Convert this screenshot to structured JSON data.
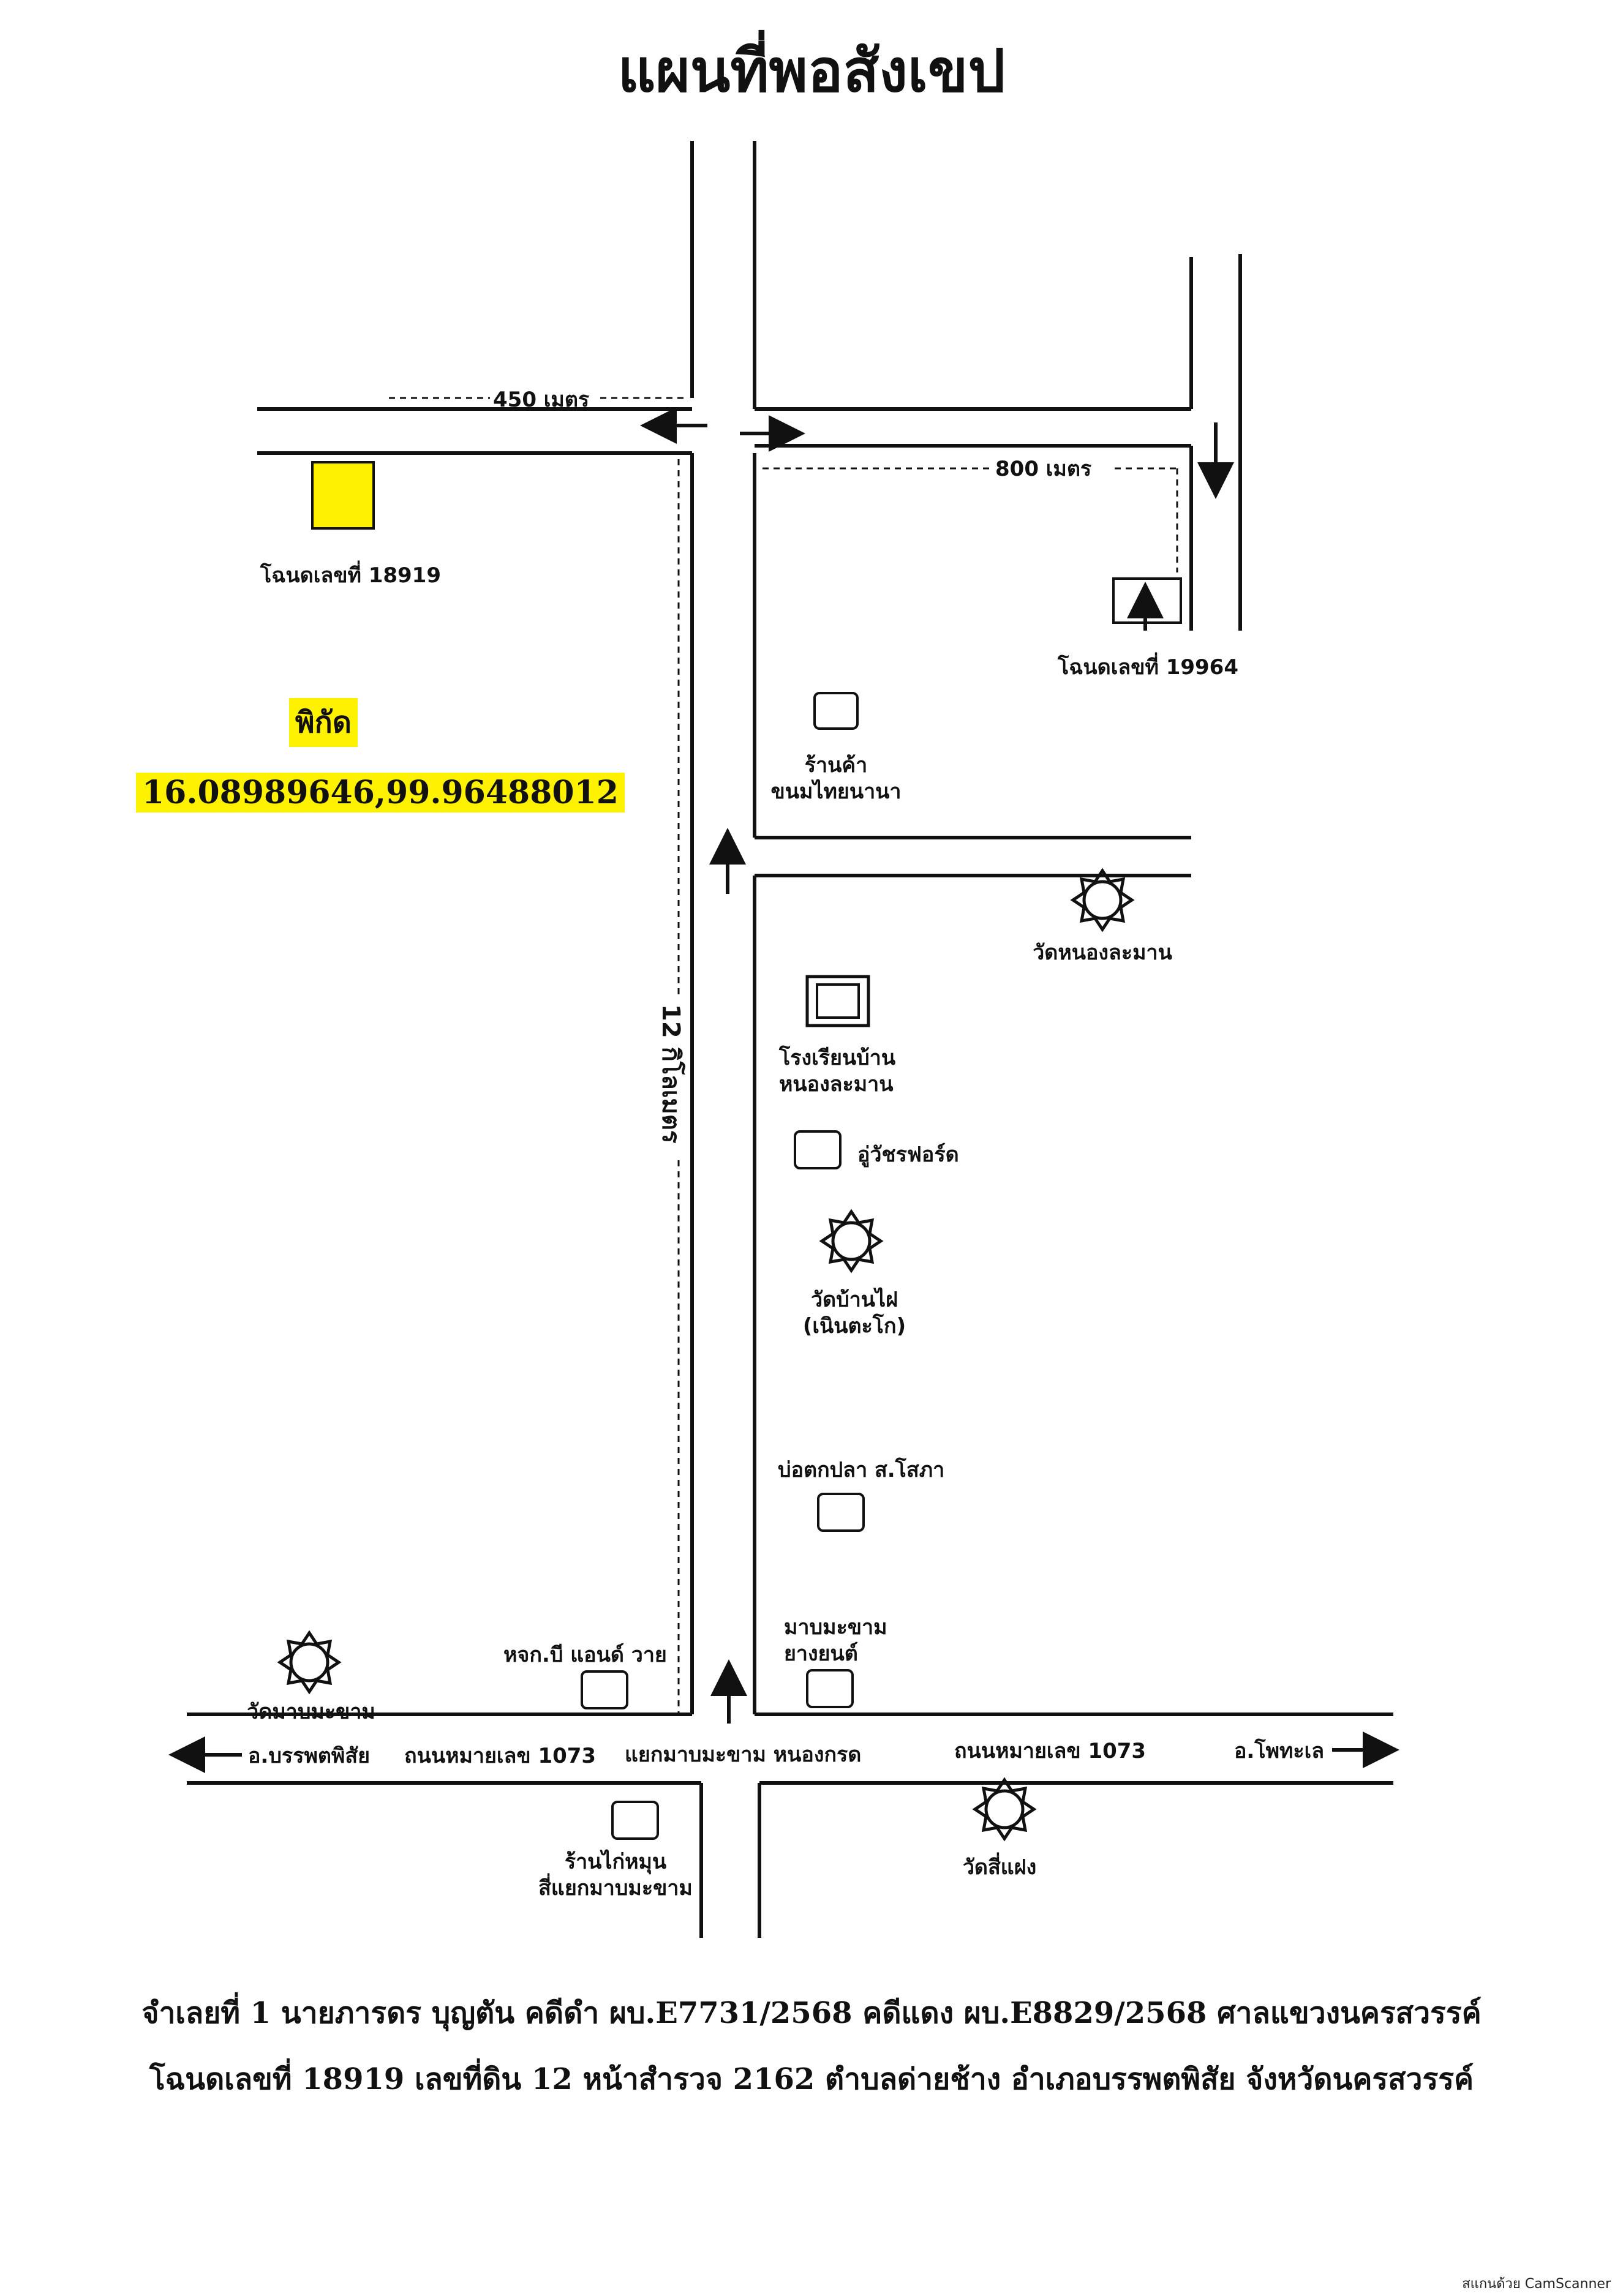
{
  "title": "แผนที่พอสังเขป",
  "distances": {
    "top_left": "450 เมตร",
    "top_right": "800 เมตร",
    "main_road": "12 กิโลเมตร"
  },
  "parcels": {
    "target": "โฉนดเลขที่ 18919",
    "other": "โฉนดเลขที่ 19964"
  },
  "coordinates": {
    "label": "พิกัด",
    "value": "16.08989646,99.96488012"
  },
  "landmarks": {
    "shop_1": "ร้านค้า",
    "shop_2": "ขนมไทยนานา",
    "temple_nonglaman": "วัดหนองละมาน",
    "school_1": "โรงเรียนบ้าน",
    "school_2": "หนองละมาน",
    "garage": "อู่วัชรฟอร์ด",
    "temple_banfai_1": "วัดบ้านไฝ",
    "temple_banfai_2": "(เนินตะโก)",
    "fish": "บ่อตกปลา ส.โสภา",
    "tire_1": "มาบมะขาม",
    "tire_2": "ยางยนต์",
    "company": "หจก.บี แอนด์ วาย",
    "temple_mapmakham": "วัดมาบมะขาม",
    "chicken_1": "ร้านไก่หมุน",
    "chicken_2": "สี่แยกมาบมะขาม",
    "temple_sipaeng": "วัดสี่แฝง"
  },
  "road": {
    "left_dest": "อ.บรรพตพิสัย",
    "road_left": "ถนนหมายเลข 1073",
    "junction": "แยกมาบมะขาม หนองกรด",
    "road_right": "ถนนหมายเลข 1073",
    "right_dest": "อ.โพทะเล"
  },
  "footer": {
    "line1": "จำเลยที่ 1 นายภารดร บุญตัน คดีดำ ผบ.E7731/2568 คดีแดง ผบ.E8829/2568 ศาลแขวงนครสวรรค์",
    "line2": "โฉนดเลขที่ 18919 เลขที่ดิน 12 หน้าสำรวจ 2162 ตำบลด่ายช้าง อำเภอบรรพตพิสัย จังหวัดนครสวรรค์"
  },
  "scanner": "สแกนด้วย CamScanner",
  "colors": {
    "highlight": "#fff200",
    "ink": "#111111"
  },
  "icons": [
    "parcel-box",
    "arrow-up",
    "arrow-down",
    "arrow-left",
    "arrow-right",
    "temple-icon",
    "building-icon",
    "school-icon"
  ]
}
